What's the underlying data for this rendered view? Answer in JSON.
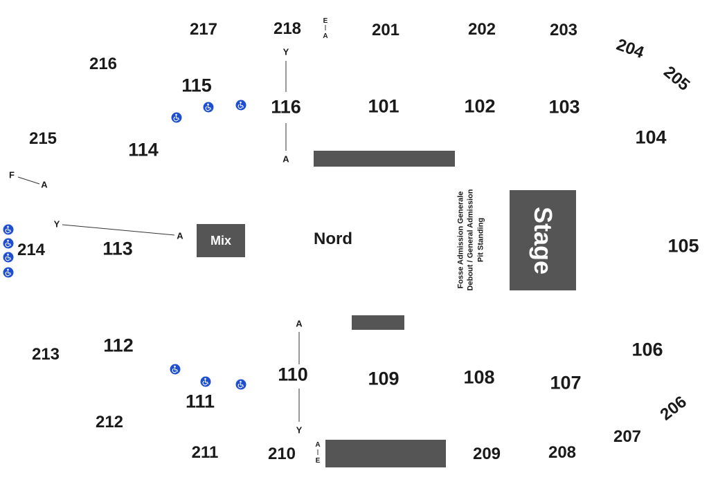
{
  "colors": {
    "block": "#555555",
    "accessible": "#1f4fd1",
    "text": "#1a1a1a"
  },
  "stage_label": "Stage",
  "mix_label": "Mix",
  "floor_label": "Nord",
  "pit_lines": [
    "Fosse Admission Generale",
    "Debout / General Admission",
    "Pit Standing"
  ],
  "sections_100": [
    "101",
    "102",
    "103",
    "104",
    "105",
    "106",
    "107",
    "108",
    "109",
    "110",
    "111",
    "112",
    "113",
    "114",
    "115",
    "116"
  ],
  "sections_200": [
    "201",
    "202",
    "203",
    "204",
    "205",
    "206",
    "207",
    "208",
    "209",
    "210",
    "211",
    "212",
    "213",
    "214",
    "215",
    "216",
    "217",
    "218"
  ],
  "row_labels": {
    "s116_top": "Y",
    "s116_bottom": "A",
    "s110_top": "A",
    "s110_bottom": "Y",
    "s113_left": "Y",
    "s113_right": "A",
    "s215_left": "F",
    "s215_right": "A",
    "s218_top": "E",
    "s218_bottom": "A",
    "s210_top": "A",
    "s210_bottom": "E"
  },
  "accessible_icon": "wheelchair-icon"
}
